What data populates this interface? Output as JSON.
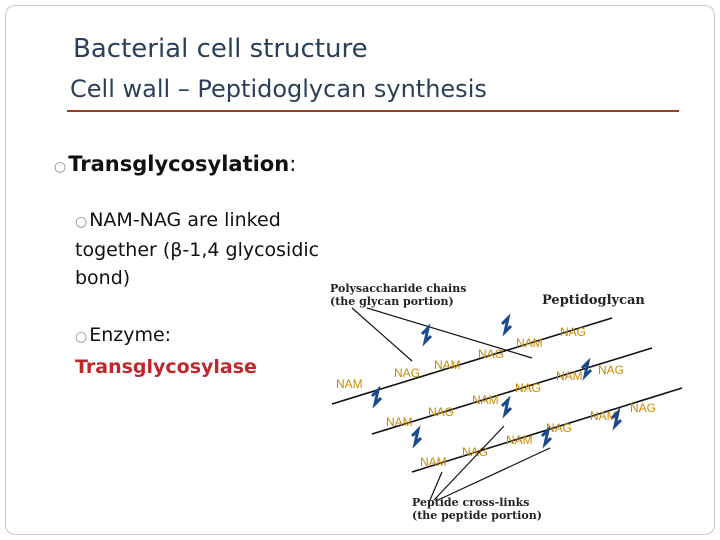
{
  "title": "Bacterial cell structure",
  "subtitle": "Cell wall – Peptidoglycan synthesis",
  "bullet1": {
    "head": "Transglycosylation",
    "colon": ":"
  },
  "bullet2": {
    "line1": "NAM-NAG are linked",
    "line2": "together (β-1,4 glycosidic",
    "line3": "bond)"
  },
  "bullet3": {
    "label": "Enzyme:",
    "enzyme": "Transglycosylase"
  },
  "diagram": {
    "label_glycan_1": "Polysaccharide chains",
    "label_glycan_2": "(the glycan portion)",
    "label_title": "Peptidoglycan",
    "label_peptide_1": "Peptide cross-links",
    "label_peptide_2": "(the peptide portion)",
    "sugars": [
      "NAM",
      "NAG",
      "NAM",
      "NAG",
      "NAM",
      "NAG",
      "NAM",
      "NAG",
      "NAM",
      "NAG",
      "NAM",
      "NAG",
      "NAM",
      "NAG",
      "NAM",
      "NAG",
      "NAM",
      "NAG"
    ]
  },
  "colors": {
    "title": "#2b3f5a",
    "rule": "#a0391f",
    "enzyme": "#c0272d",
    "sugar_text": "#c98a00",
    "crosslink": "#1a4a8c"
  }
}
